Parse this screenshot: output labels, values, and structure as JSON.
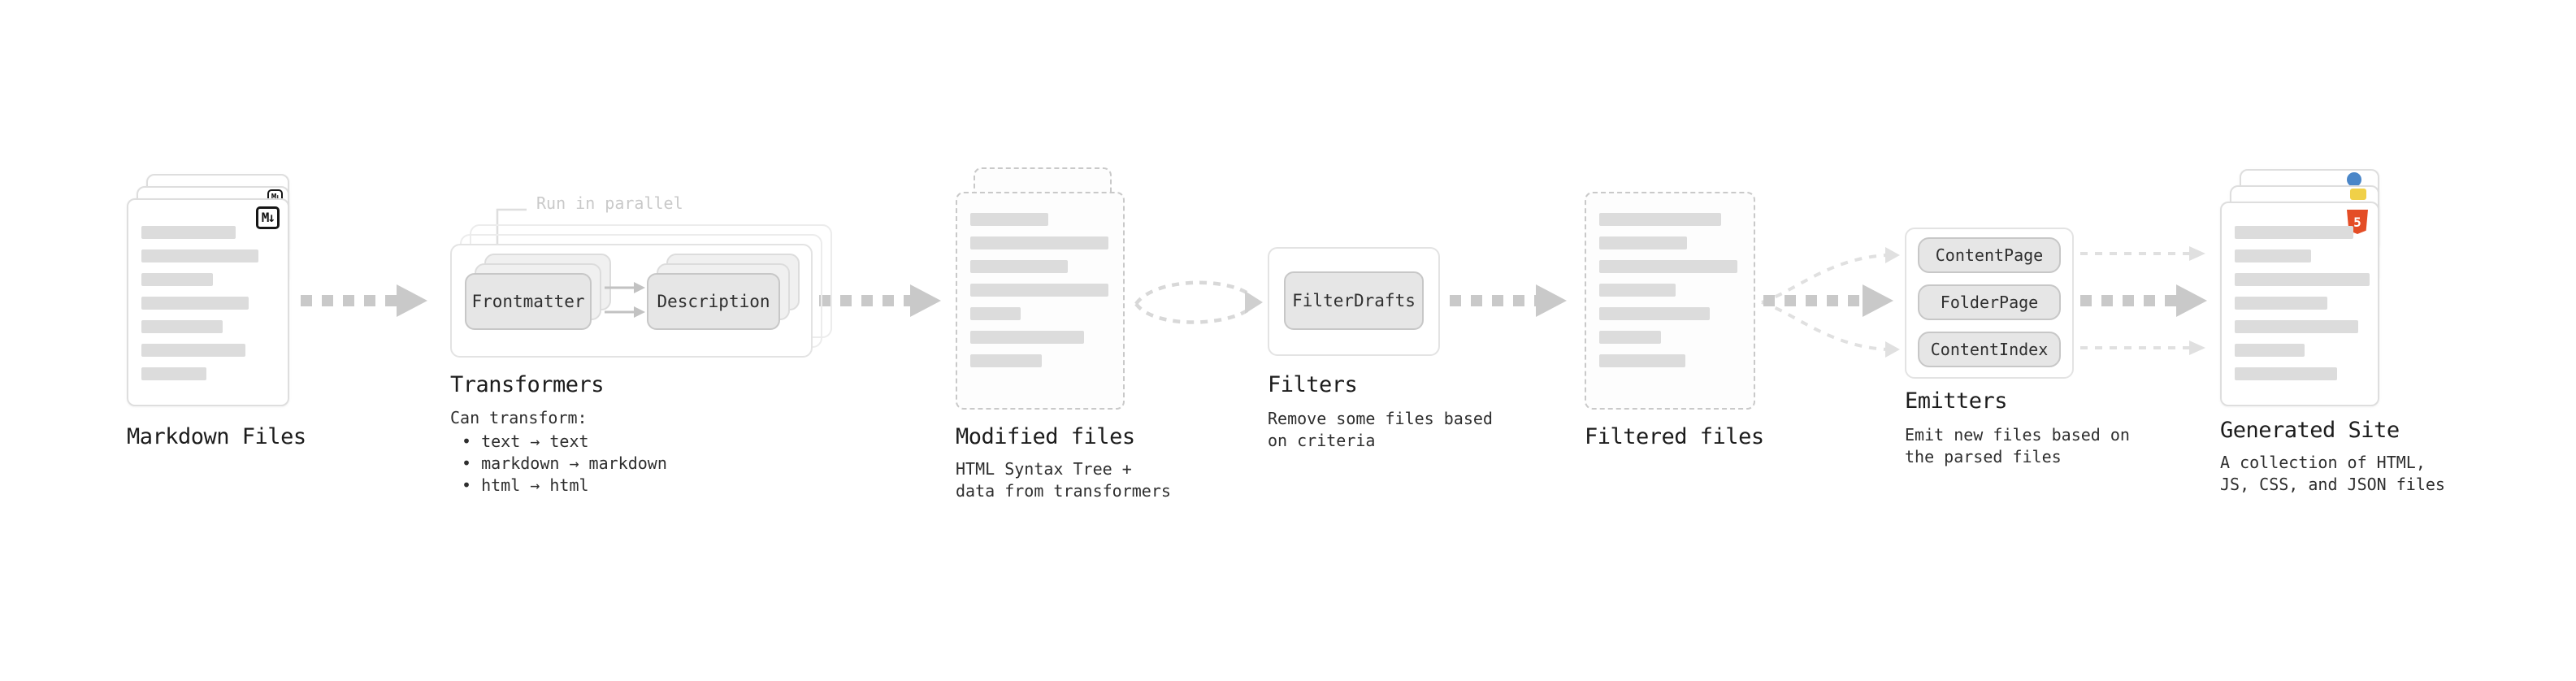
{
  "markdown_files": {
    "label": "Markdown Files",
    "badge": "M↓"
  },
  "transformers": {
    "label": "Transformers",
    "annotation": "Run in parallel",
    "button_frontmatter": "Frontmatter",
    "button_description": "Description",
    "caption": "Can transform:",
    "bullets": [
      "text → text",
      "markdown → markdown",
      "html → html"
    ]
  },
  "modified_files": {
    "label": "Modified files",
    "description": "HTML Syntax Tree +\ndata from transformers"
  },
  "filters": {
    "label": "Filters",
    "button": "FilterDrafts",
    "description": "Remove some files based\non criteria"
  },
  "filtered_files": {
    "label": "Filtered files"
  },
  "emitters": {
    "label": "Emitters",
    "buttons": [
      "ContentPage",
      "FolderPage",
      "ContentIndex"
    ],
    "description": "Emit new files based on\nthe parsed files"
  },
  "generated_site": {
    "label": "Generated Site",
    "badge": "5",
    "description": "A collection of HTML,\nJS, CSS, and JSON files"
  },
  "colors": {
    "arrow_gray": "#c9c9c9",
    "arrow_light_gray": "#e0e0e0",
    "doc_line_gray": "#dcdcdc",
    "html5_orange": "#e44d26",
    "js_yellow": "#f0d048",
    "json_blue": "#4a86c8",
    "annotation_gray": "#c9c9c9"
  }
}
